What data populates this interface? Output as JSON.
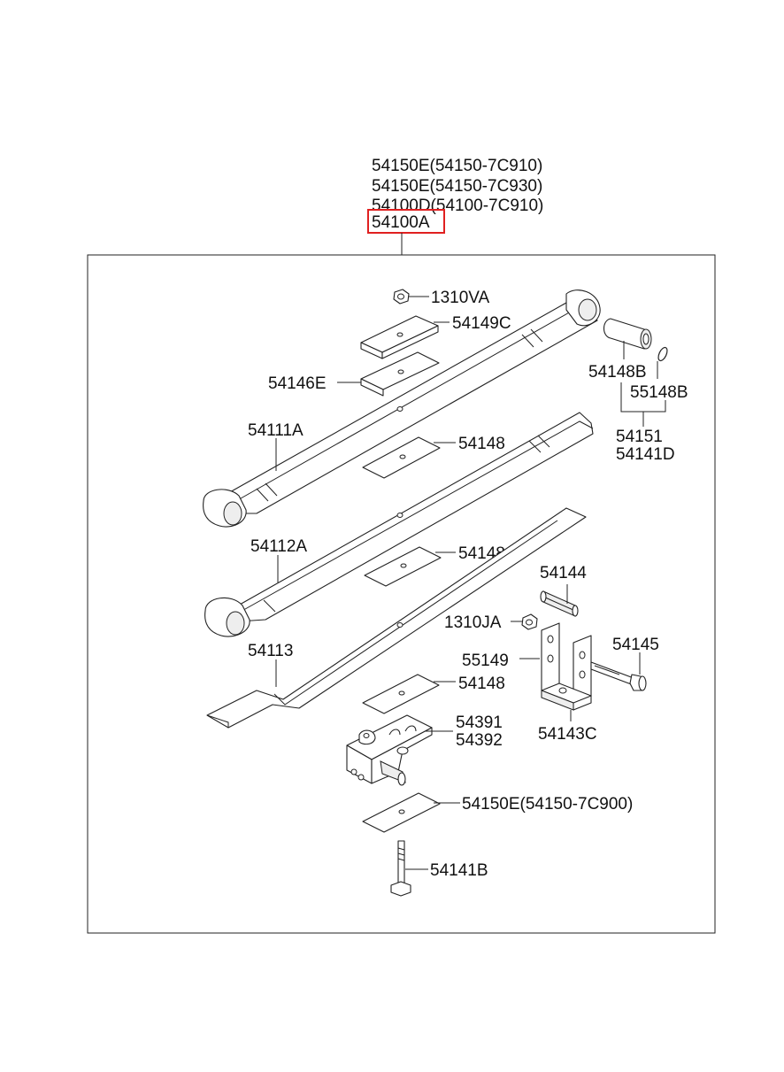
{
  "labels": {
    "top1": "54150E(54150-7C910)",
    "top2": "54150E(54150-7C930)",
    "top3": "54100D(54100-7C910)",
    "assembly": "54100A",
    "nut_top": "1310VA",
    "pad_top": "54149C",
    "pad_second": "54146E",
    "leaf_main": "54111A",
    "pad_mid1": "54148",
    "bushing": "54148B",
    "ring": "55148B",
    "shackle_kit1": "54151",
    "shackle_kit2": "54141D",
    "leaf_second": "54112A",
    "pad_mid2": "54148",
    "shackle_pin": "54144",
    "nut_mid": "1310JA",
    "leaf_third": "54113",
    "plate": "55149",
    "bolt": "54145",
    "pad_low": "54148",
    "shackle": "54143C",
    "seat1": "54391",
    "seat2": "54392",
    "pad_bottom": "54150E(54150-7C900)",
    "center_bolt": "54141B"
  },
  "colors": {
    "highlight": "#e02020",
    "line": "#222222"
  }
}
